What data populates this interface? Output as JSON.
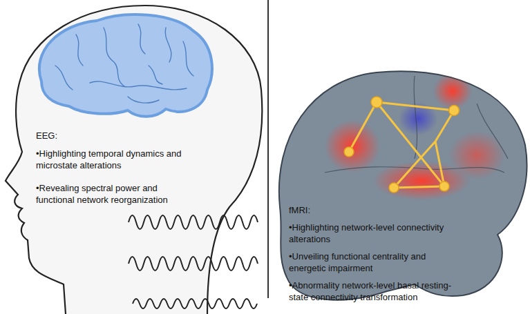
{
  "diagram": {
    "nodes": [
      {
        "text": [
          "EEG:",
          "•Highlighting temporal dynamics and microstate alterations",
          "•Revealing spectral power and functional network reorganization"
        ]
      },
      {
        "text": [
          "fMRI:",
          "•Highlighting network-level connectivity alterations",
          "•Unveiling functional centrality and energetic impairment",
          "•Abnormality network-level basal resting-state connectivity transformation"
        ]
      }
    ]
  }
}
